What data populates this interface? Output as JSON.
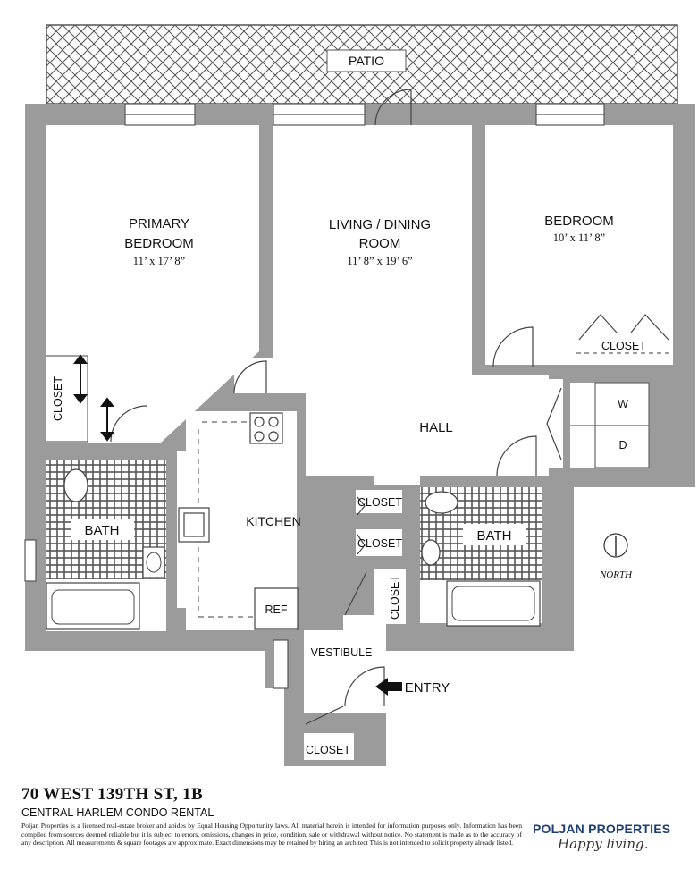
{
  "rooms": {
    "patio": "PATIO",
    "primary_bedroom": {
      "line1": "PRIMARY",
      "line2": "BEDROOM",
      "dims": "11’ x 17’ 8”"
    },
    "living_dining": {
      "line1": "LIVING / DINING",
      "line2": "ROOM",
      "dims": "11’ 8” x 19’ 6”"
    },
    "bedroom": {
      "line1": "BEDROOM",
      "dims": "10’ x 11’ 8”"
    },
    "closet": "CLOSET",
    "hall": "HALL",
    "kitchen": "KITCHEN",
    "ref": "REF",
    "bath": "BATH",
    "vestibule": "VESTIBULE",
    "entry": "ENTRY",
    "washer": "W",
    "dryer": "D",
    "north": "NORTH"
  },
  "footer": {
    "address": "70 WEST 139TH ST, 1B",
    "subtitle": "CENTRAL HARLEM CONDO RENTAL",
    "disclaimer": "Poljan Properties is a licensed real-estate broker and abides by Equal Housing Opportunity laws. All material herein is intended for information purposes only. Information has been compiled from sources deemed reliable but it is subject to errors, omissions, changes in price, condition, sale or withdrawal without notice. No statement is made as to the accuracy of any description. All measurements & square footages are approximate. Exact dimensions may be retained by hiring an architect This is not intended to solicit property already listed."
  },
  "brand": {
    "name": "POLJAN PROPERTIES",
    "tagline": "Happy living."
  },
  "colors": {
    "wall": "#9b9b9b",
    "floor": "#ffffff",
    "tile": "#555555",
    "brand": "#1f3e73"
  }
}
